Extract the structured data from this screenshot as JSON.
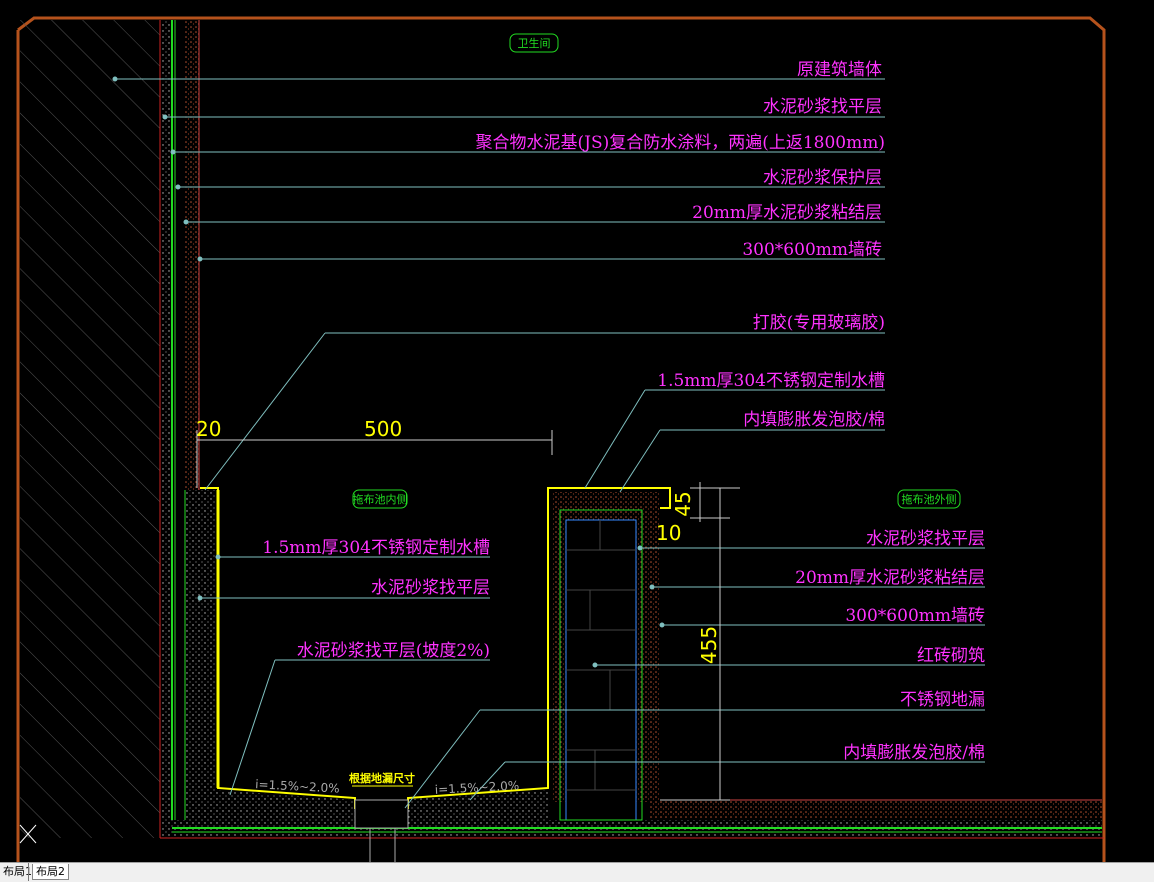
{
  "drawing": {
    "room_label": "卫生间",
    "inner_label": "拖布池内侧",
    "outer_label": "拖布池外侧",
    "top_annotations": [
      "原建筑墙体",
      "水泥砂浆找平层",
      "聚合物水泥基(JS)复合防水涂料，两遍(上返1800mm)",
      "水泥砂浆保护层",
      "20mm厚水泥砂浆粘结层",
      "300*600mm墙砖",
      "打胶(专用玻璃胶)",
      "1.5mm厚304不锈钢定制水槽",
      "内填膨胀发泡胶/棉"
    ],
    "inner_annotations": [
      "1.5mm厚304不锈钢定制水槽",
      "水泥砂浆找平层",
      "水泥砂浆找平层(坡度2%)"
    ],
    "outer_annotations": [
      "水泥砂浆找平层",
      "20mm厚水泥砂浆粘结层",
      "300*600mm墙砖",
      "红砖砌筑",
      "不锈钢地漏",
      "内填膨胀发泡胶/棉"
    ],
    "dimensions": {
      "wall_gap": "20",
      "width": "500",
      "top_thickness": "45",
      "edge": "10",
      "height": "455"
    },
    "slope_left": "i=1.5%~2.0%",
    "slope_right": "i=1.5%~2.0%",
    "drain_note": "根据地漏尺寸"
  },
  "tabs": [
    "布局1",
    "布局2"
  ],
  "colors": {
    "annotation": "#ff33ff",
    "dimension": "#ffff00",
    "leader": "#7fbfbf",
    "frame": "#b5521c",
    "green": "#22dd22",
    "label_box": "#22dd22"
  }
}
